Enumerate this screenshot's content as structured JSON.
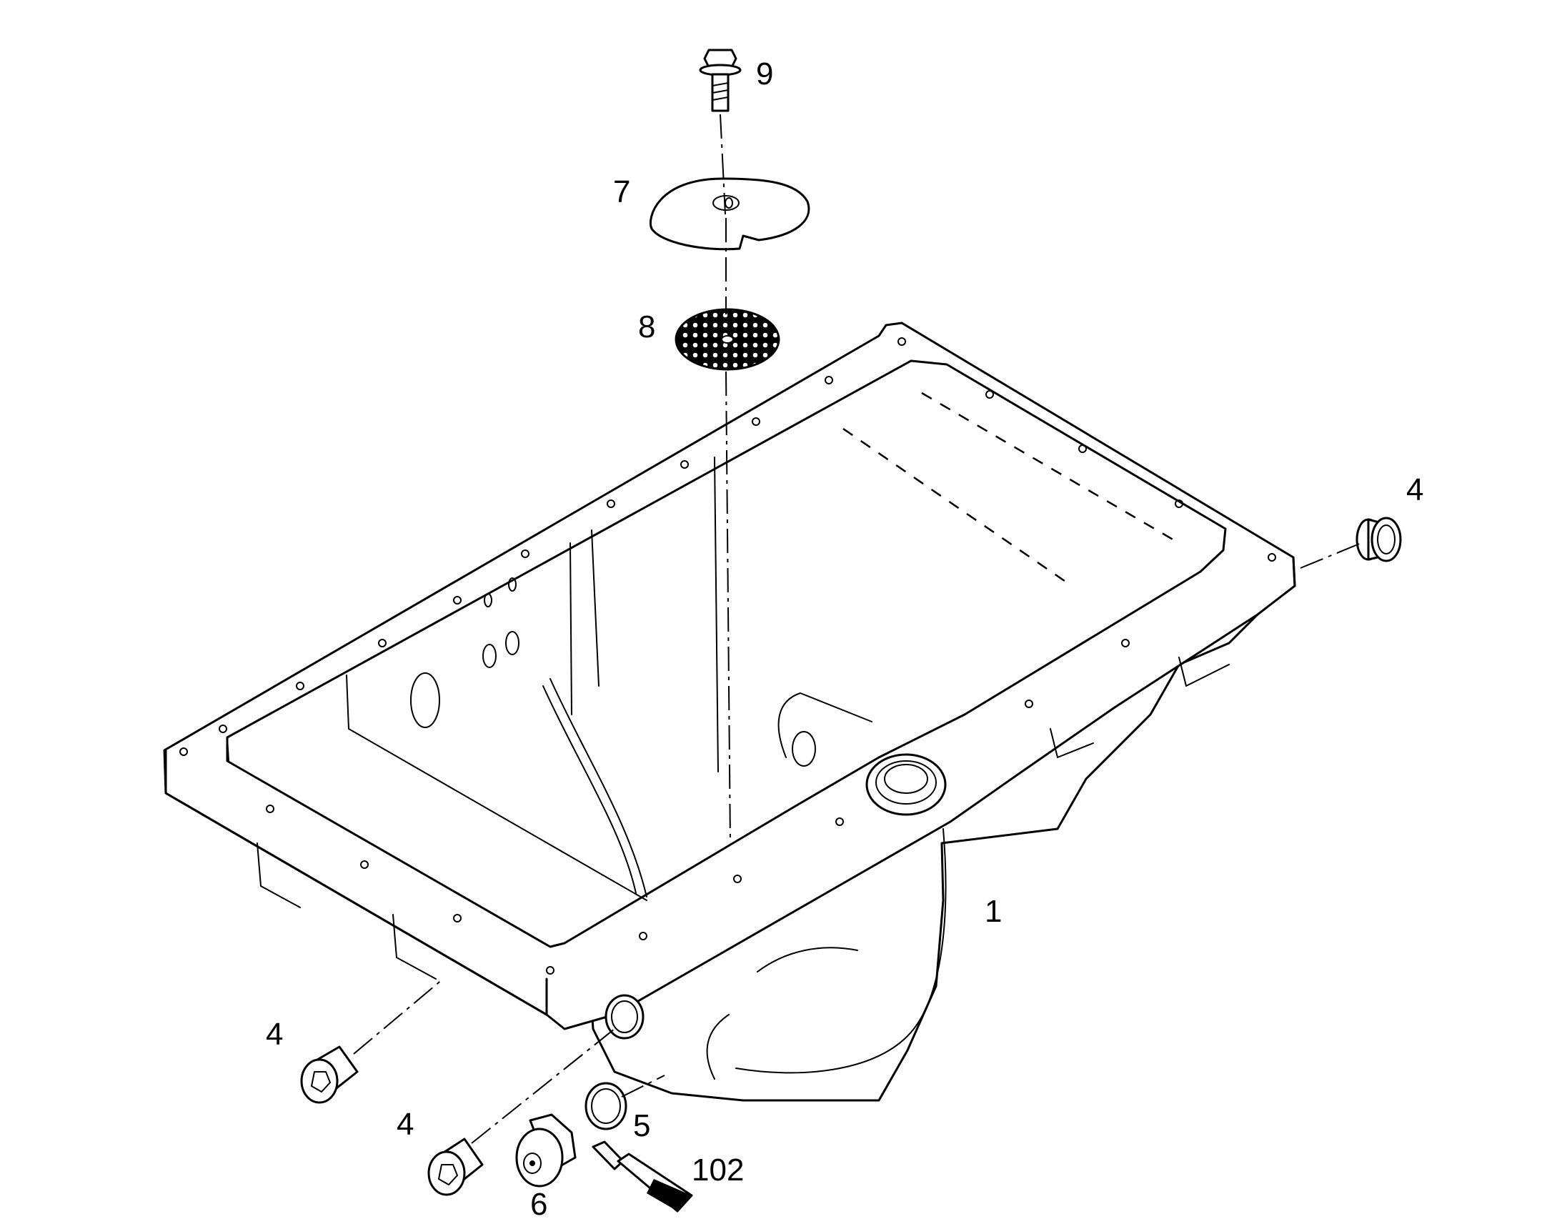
{
  "diagram": {
    "callouts": {
      "c1": "1",
      "c4_right": "4",
      "c4_left": "4",
      "c4_bottom": "4",
      "c5": "5",
      "c6": "6",
      "c7": "7",
      "c8": "8",
      "c9": "9",
      "c102": "102"
    }
  }
}
